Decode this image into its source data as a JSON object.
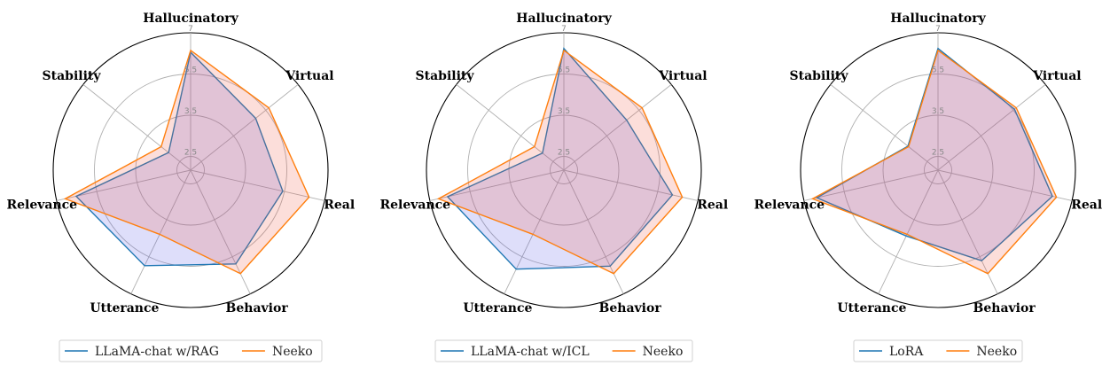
{
  "chart_data": [
    {
      "type": "radar",
      "axes": [
        "Hallucinatory",
        "Virtual",
        "Real",
        "Behavior",
        "Utterance",
        "Relevance",
        "Stability"
      ],
      "radial_ticks": [
        "2.5",
        "3.5",
        "5.5",
        "7"
      ],
      "grid": true,
      "legend_position": "bottom",
      "series": [
        {
          "name": "LLaMA-chat w/RAG",
          "color": "#1f77b4",
          "fill": "#5a5ae6",
          "values": [
            6.29,
            4.87,
            5.42,
            5.79,
            5.86,
            6.27,
            2.85
          ]
        },
        {
          "name": "Neeko",
          "color": "#ff7f0e",
          "fill": "#f05a46",
          "values": [
            6.36,
            5.64,
            6.42,
            6.18,
            4.29,
            6.68,
            3.08
          ]
        }
      ]
    },
    {
      "type": "radar",
      "axes": [
        "Hallucinatory",
        "Virtual",
        "Real",
        "Behavior",
        "Utterance",
        "Relevance",
        "Stability"
      ],
      "radial_ticks": [
        "2.5",
        "3.5",
        "5.5",
        "7"
      ],
      "grid": true,
      "legend_position": "bottom",
      "series": [
        {
          "name": "LLaMA-chat w/ICL",
          "color": "#1f77b4",
          "fill": "#5a5ae6",
          "values": [
            6.43,
            4.73,
            6.05,
            5.88,
            6.0,
            6.34,
            2.83
          ]
        },
        {
          "name": "Neeko",
          "color": "#ff7f0e",
          "fill": "#f05a46",
          "values": [
            6.36,
            5.64,
            6.42,
            6.18,
            4.29,
            6.68,
            3.08
          ]
        }
      ]
    },
    {
      "type": "radar",
      "axes": [
        "Hallucinatory",
        "Virtual",
        "Real",
        "Behavior",
        "Utterance",
        "Relevance",
        "Stability"
      ],
      "radial_ticks": [
        "2.5",
        "3.5",
        "5.5",
        "7"
      ],
      "grid": true,
      "legend_position": "bottom",
      "series": [
        {
          "name": "LoRA",
          "color": "#1f77b4",
          "fill": "#5a5ae6",
          "values": [
            6.43,
            5.56,
            6.27,
            5.66,
            4.38,
            6.52,
            3.1
          ]
        },
        {
          "name": "Neeko",
          "color": "#ff7f0e",
          "fill": "#f05a46",
          "values": [
            6.36,
            5.64,
            6.42,
            6.18,
            4.29,
            6.68,
            3.08
          ]
        }
      ]
    }
  ]
}
